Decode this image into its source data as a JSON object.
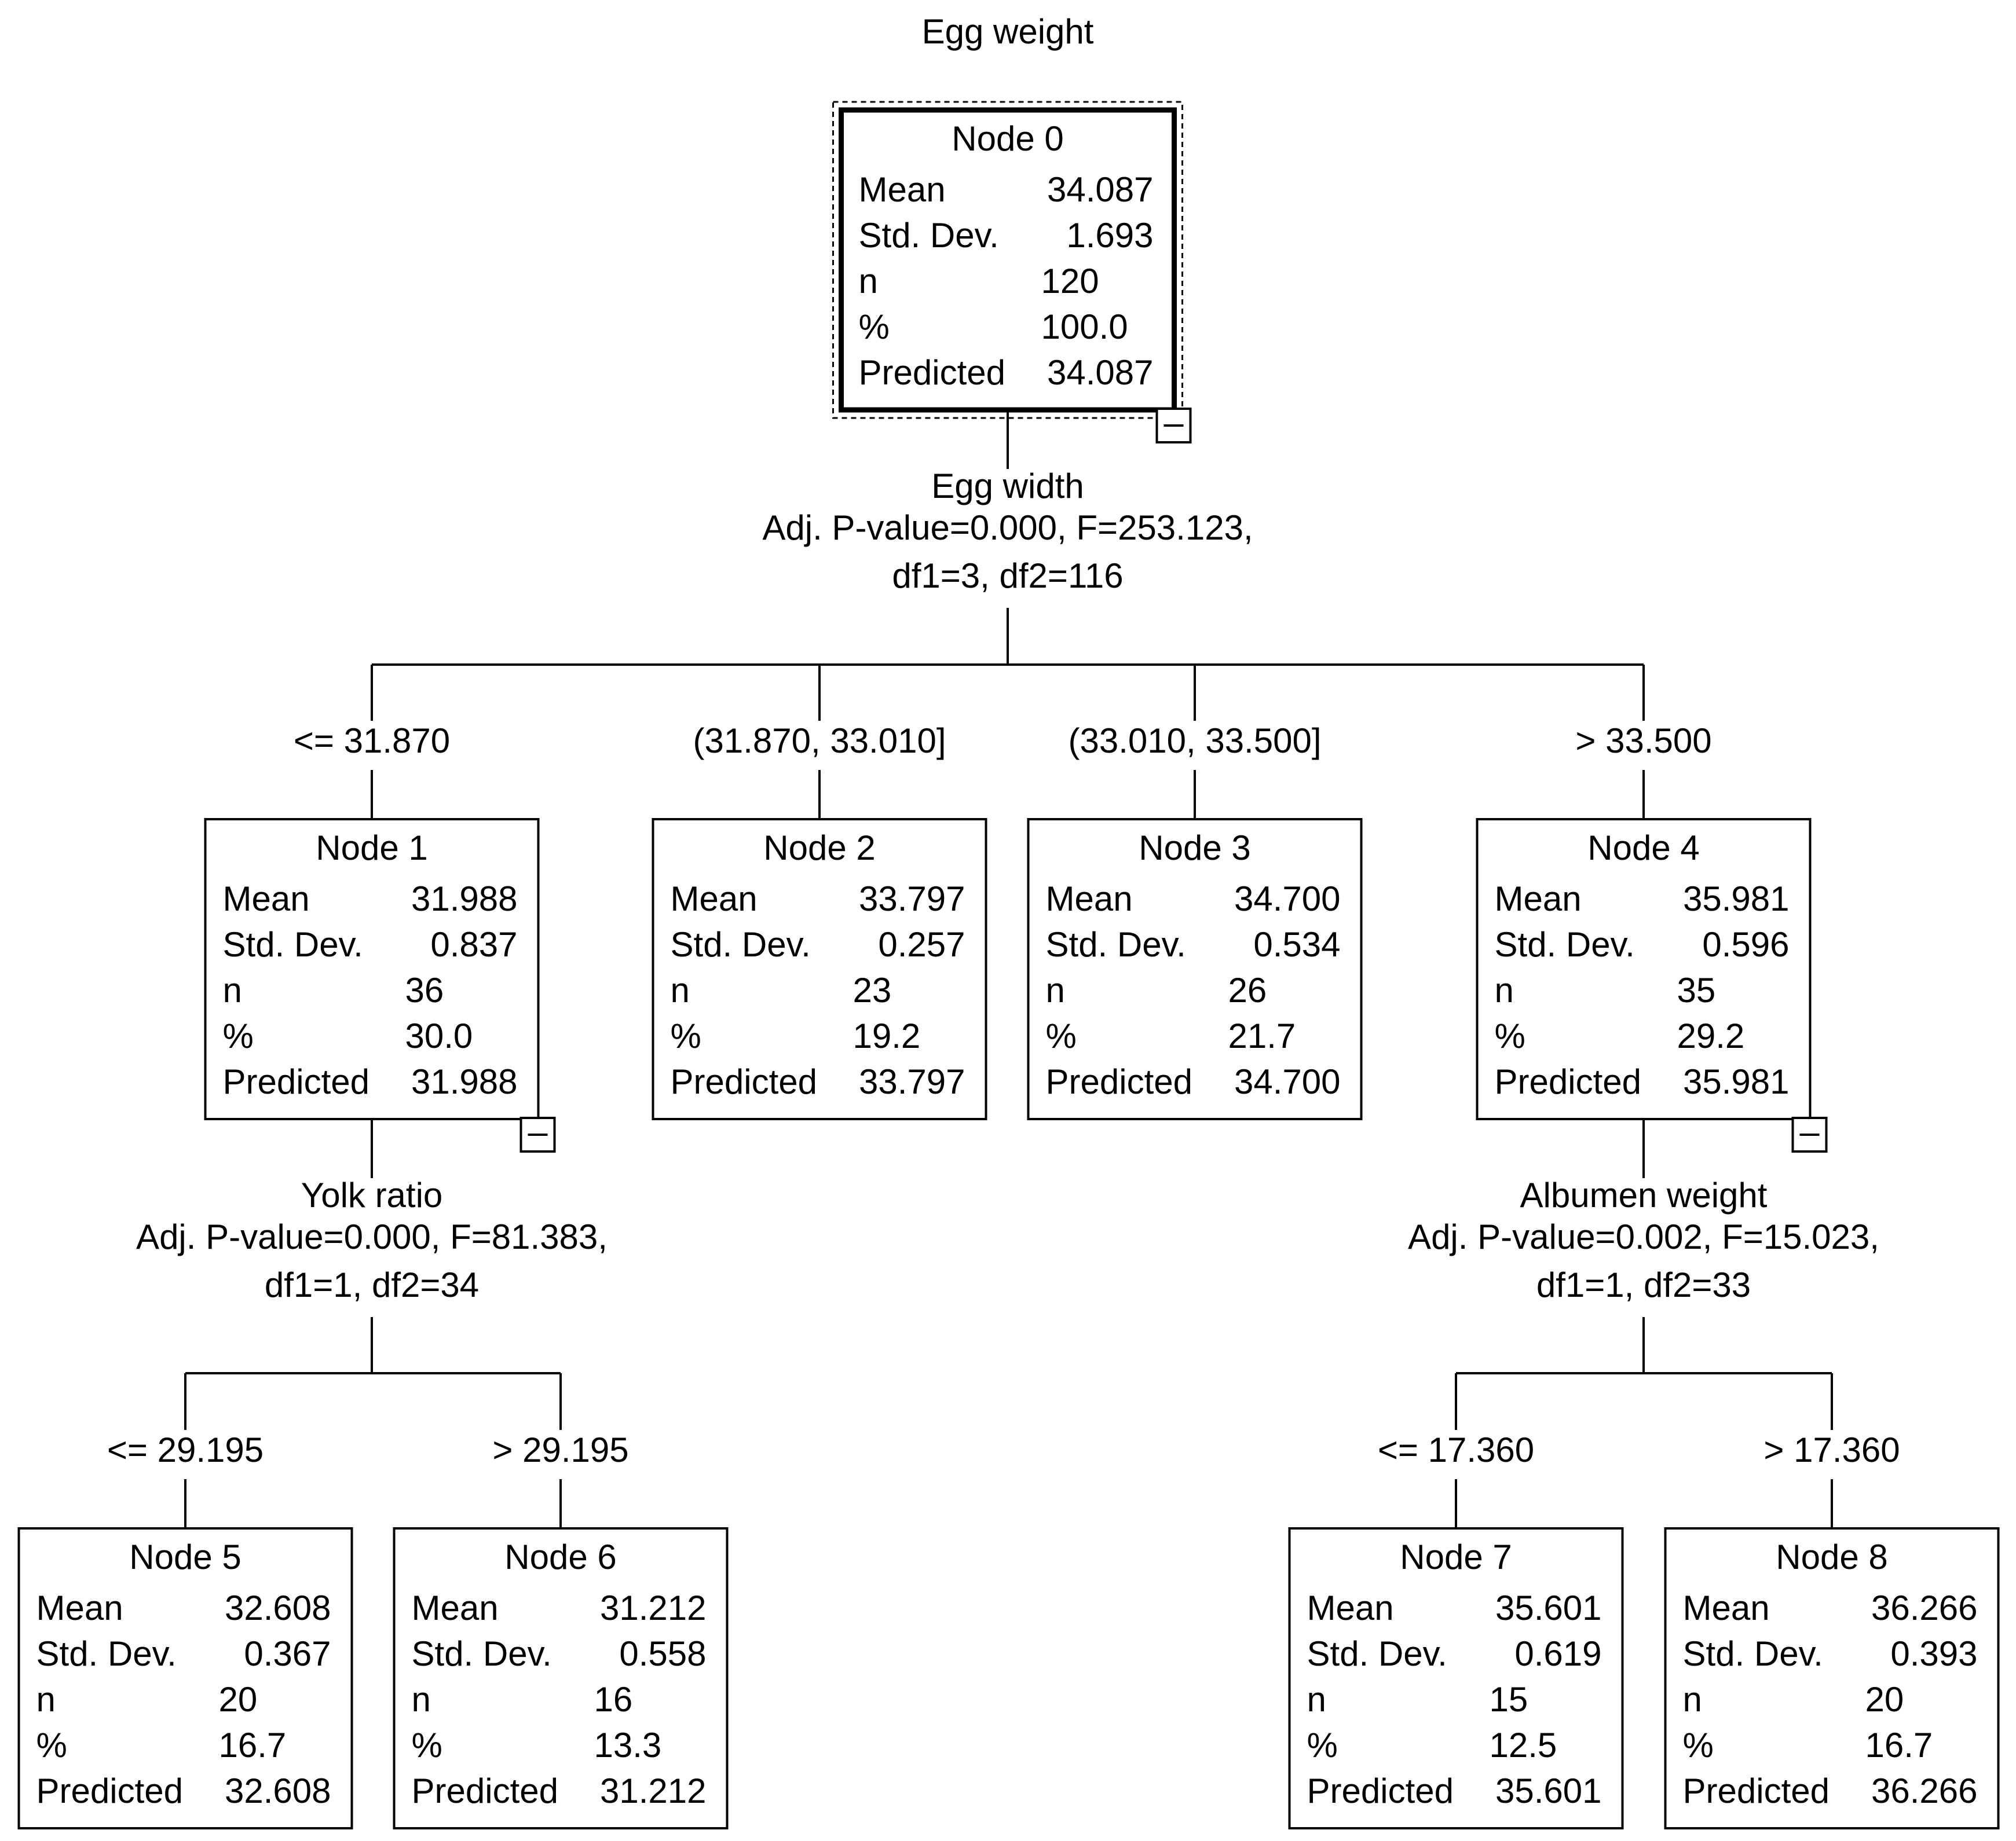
{
  "title": "Egg weight",
  "collapse_icon": "minus-square-icon",
  "stat_labels": [
    "Mean",
    "Std. Dev.",
    "n",
    "%",
    "Predicted"
  ],
  "nodes": [
    {
      "id": 0,
      "label": "Node 0",
      "mean": "34.087",
      "std_dev": "1.693",
      "n": "120",
      "percent": "100.0",
      "predicted": "34.087",
      "selected": true,
      "expanded": true
    },
    {
      "id": 1,
      "label": "Node 1",
      "mean": "31.988",
      "std_dev": "0.837",
      "n": "36",
      "percent": "30.0",
      "predicted": "31.988",
      "selected": false,
      "expanded": true
    },
    {
      "id": 2,
      "label": "Node 2",
      "mean": "33.797",
      "std_dev": "0.257",
      "n": "23",
      "percent": "19.2",
      "predicted": "33.797",
      "selected": false,
      "expanded": false
    },
    {
      "id": 3,
      "label": "Node 3",
      "mean": "34.700",
      "std_dev": "0.534",
      "n": "26",
      "percent": "21.7",
      "predicted": "34.700",
      "selected": false,
      "expanded": false
    },
    {
      "id": 4,
      "label": "Node 4",
      "mean": "35.981",
      "std_dev": "0.596",
      "n": "35",
      "percent": "29.2",
      "predicted": "35.981",
      "selected": false,
      "expanded": true
    },
    {
      "id": 5,
      "label": "Node 5",
      "mean": "32.608",
      "std_dev": "0.367",
      "n": "20",
      "percent": "16.7",
      "predicted": "32.608",
      "selected": false,
      "expanded": false
    },
    {
      "id": 6,
      "label": "Node 6",
      "mean": "31.212",
      "std_dev": "0.558",
      "n": "16",
      "percent": "13.3",
      "predicted": "31.212",
      "selected": false,
      "expanded": false
    },
    {
      "id": 7,
      "label": "Node 7",
      "mean": "35.601",
      "std_dev": "0.619",
      "n": "15",
      "percent": "12.5",
      "predicted": "35.601",
      "selected": false,
      "expanded": false
    },
    {
      "id": 8,
      "label": "Node 8",
      "mean": "36.266",
      "std_dev": "0.393",
      "n": "20",
      "percent": "16.7",
      "predicted": "36.266",
      "selected": false,
      "expanded": false
    }
  ],
  "splits": [
    {
      "parent": 0,
      "variable": "Egg width",
      "stats_line1": "Adj. P-value=0.000, F=253.123,",
      "stats_line2": "df1=3, df2=116",
      "branches": [
        {
          "child": 1,
          "condition": "<= 31.870"
        },
        {
          "child": 2,
          "condition": "(31.870, 33.010]"
        },
        {
          "child": 3,
          "condition": "(33.010, 33.500]"
        },
        {
          "child": 4,
          "condition": "> 33.500"
        }
      ]
    },
    {
      "parent": 1,
      "variable": "Yolk ratio",
      "stats_line1": "Adj. P-value=0.000, F=81.383,",
      "stats_line2": "df1=1, df2=34",
      "branches": [
        {
          "child": 5,
          "condition": "<= 29.195"
        },
        {
          "child": 6,
          "condition": "> 29.195"
        }
      ]
    },
    {
      "parent": 4,
      "variable": "Albumen weight",
      "stats_line1": "Adj. P-value=0.002, F=15.023,",
      "stats_line2": "df1=1, df2=33",
      "branches": [
        {
          "child": 7,
          "condition": "<= 17.360"
        },
        {
          "child": 8,
          "condition": "> 17.360"
        }
      ]
    }
  ]
}
